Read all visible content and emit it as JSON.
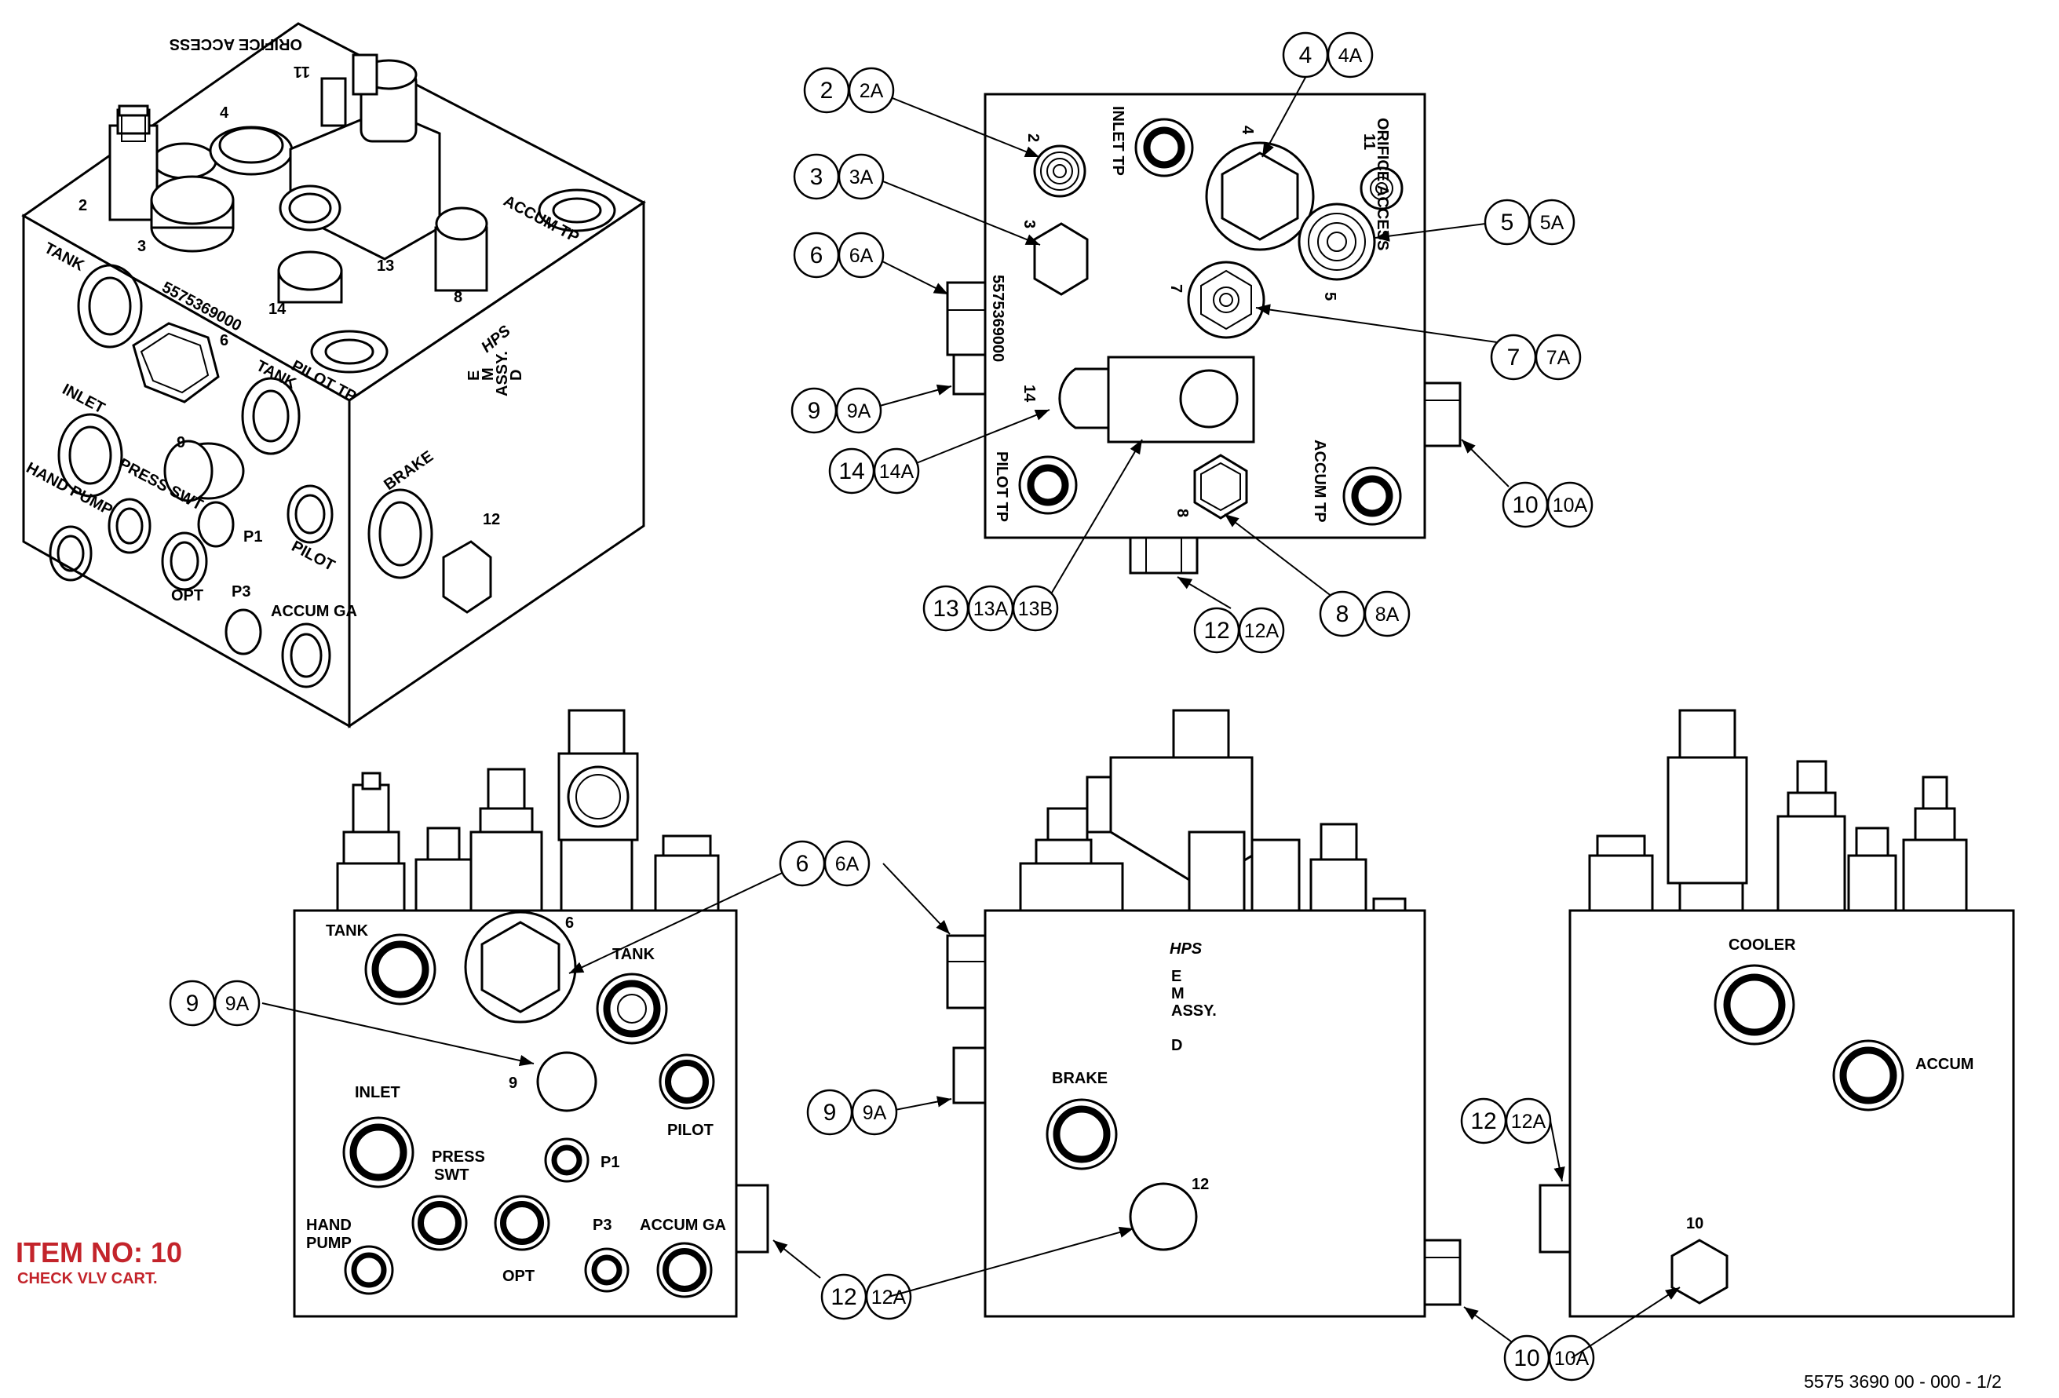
{
  "item": {
    "number": "ITEM NO: 10",
    "description": "CHECK VLV CART."
  },
  "drawing_number": "5575 3690 00 - 000 - 1/2",
  "iso": {
    "part_number": "5575369000",
    "orifice_access": "ORIFICE ACCESS",
    "labels": [
      "TANK",
      "INLET",
      "HAND PUMP",
      "PRESS SWT",
      "P1",
      "OPT",
      "P3",
      "ACCUM GA",
      "PILOT",
      "TANK",
      "BRAKE",
      "PILOT TP",
      "ACCUM TP"
    ],
    "numbers": [
      "2",
      "3",
      "4",
      "6",
      "8",
      "9",
      "11",
      "12",
      "13",
      "14"
    ],
    "logo": "HPS",
    "emassy": [
      "E",
      "M",
      "ASSY.",
      "D"
    ]
  },
  "top": {
    "part_number": "5575369000",
    "labels": {
      "inlet_tp": "INLET TP",
      "orifice_access": "ORIFICE ACCESS",
      "pilot_tp": "PILOT TP",
      "accum_tp": "ACCUM TP"
    },
    "numbers": {
      "n2": "2",
      "n3": "3",
      "n4": "4",
      "n5": "5",
      "n7": "7",
      "n8": "8",
      "n11": "11",
      "n14": "14"
    },
    "balloons": {
      "b2": [
        "2",
        "2A"
      ],
      "b3": [
        "3",
        "3A"
      ],
      "b4": [
        "4",
        "4A"
      ],
      "b5": [
        "5",
        "5A"
      ],
      "b6": [
        "6",
        "6A"
      ],
      "b7": [
        "7",
        "7A"
      ],
      "b9": [
        "9",
        "9A"
      ],
      "b10": [
        "10",
        "10A"
      ],
      "b14": [
        "14",
        "14A"
      ],
      "b13": [
        "13",
        "13A",
        "13B"
      ],
      "b12": [
        "12",
        "12A"
      ],
      "b8": [
        "8",
        "8A"
      ]
    }
  },
  "front": {
    "labels": {
      "tank_l": "TANK",
      "n6": "6",
      "tank_r": "TANK",
      "n9": "9",
      "inlet": "INLET",
      "pilot": "PILOT",
      "press": "PRESS",
      "swt": "SWT",
      "p1": "P1",
      "hand": "HAND",
      "pump": "PUMP",
      "opt": "OPT",
      "p3": "P3",
      "accum_ga": "ACCUM  GA"
    },
    "balloons": {
      "b6": [
        "6",
        "6A"
      ],
      "b9": [
        "9",
        "9A"
      ],
      "b12": [
        "12",
        "12A"
      ]
    }
  },
  "side": {
    "logo": "HPS",
    "emassy": [
      "E",
      "M",
      "ASSY.",
      "D"
    ],
    "labels": {
      "brake": "BRAKE",
      "n12": "12"
    },
    "balloons": {
      "b9": [
        "9",
        "9A"
      ],
      "b10": [
        "10",
        "10A"
      ]
    }
  },
  "rear": {
    "labels": {
      "cooler": "COOLER",
      "accum": "ACCUM",
      "n10": "10"
    },
    "balloons": {
      "b12": [
        "12",
        "12A"
      ]
    }
  }
}
